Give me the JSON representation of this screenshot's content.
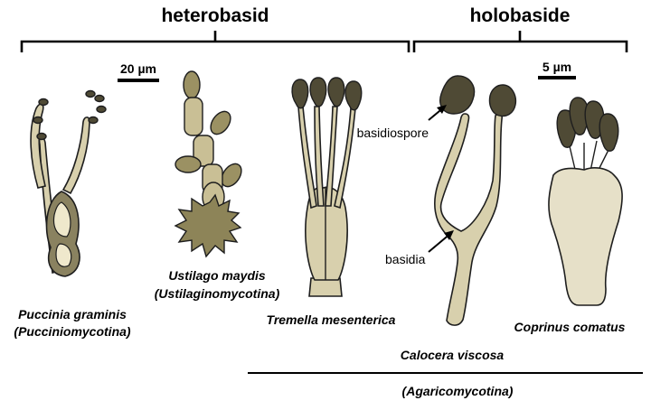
{
  "groups": {
    "heterobasid": "heterobasid",
    "holobaside": "holobaside"
  },
  "scale_bars": {
    "left": "20 µm",
    "right": "5 µm"
  },
  "annotations": {
    "basidiospore": "basidiospore",
    "basidia": "basidia"
  },
  "species": {
    "puccinia": {
      "name": "Puccinia graminis",
      "subphylum": "Pucciniomycotina"
    },
    "ustilago": {
      "name": "Ustilago maydis",
      "subphylum": "Ustilaginomycotina"
    },
    "tremella": {
      "name": "Tremella mesenterica"
    },
    "calocera": {
      "name": "Calocera viscosa"
    },
    "coprinus": {
      "name": "Coprinus comatus"
    }
  },
  "clade": {
    "subphylum": "Agaricomycotina"
  },
  "colors": {
    "wall": "#d8d0ad",
    "spore": "#4f4a35",
    "ustilago_spore": "#9b9163",
    "ustilago_teliospore": "#8d8458",
    "puccinia_teliospore": "#5a5440"
  }
}
